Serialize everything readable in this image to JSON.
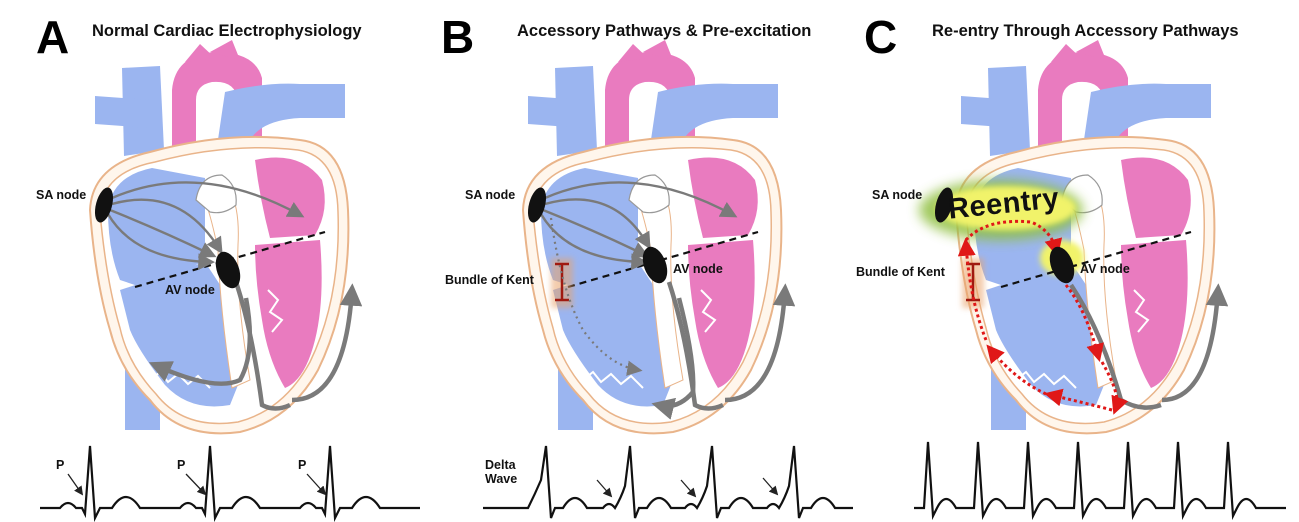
{
  "panels": [
    {
      "letter": "A",
      "title": "Normal Cardiac Electrophysiology",
      "labels": {
        "sa_node": "SA node",
        "av_node": "AV node"
      },
      "ecg_markers": [
        "P",
        "P",
        "P"
      ]
    },
    {
      "letter": "B",
      "title": "Accessory Pathways & Pre-excitation",
      "labels": {
        "sa_node": "SA node",
        "av_node": "AV node",
        "bundle": "Bundle of Kent",
        "delta_wave": "Delta Wave"
      }
    },
    {
      "letter": "C",
      "title": "Re-entry Through Accessory Pathways",
      "labels": {
        "sa_node": "SA node",
        "av_node": "AV node",
        "bundle": "Bundle of Kent",
        "reentry": "Reentry"
      }
    }
  ],
  "colors": {
    "atria_vessel_blue": "#9bb5f0",
    "aorta_pink": "#e97bbf",
    "outline_orange": "#e9b48a",
    "conduction_gray": "#7a7a7a",
    "reentry_red": "#e01818",
    "highlight_yellow": "#f1f36a",
    "highlight_green": "#8fbf3f",
    "bundle_red": "#a01a10"
  }
}
